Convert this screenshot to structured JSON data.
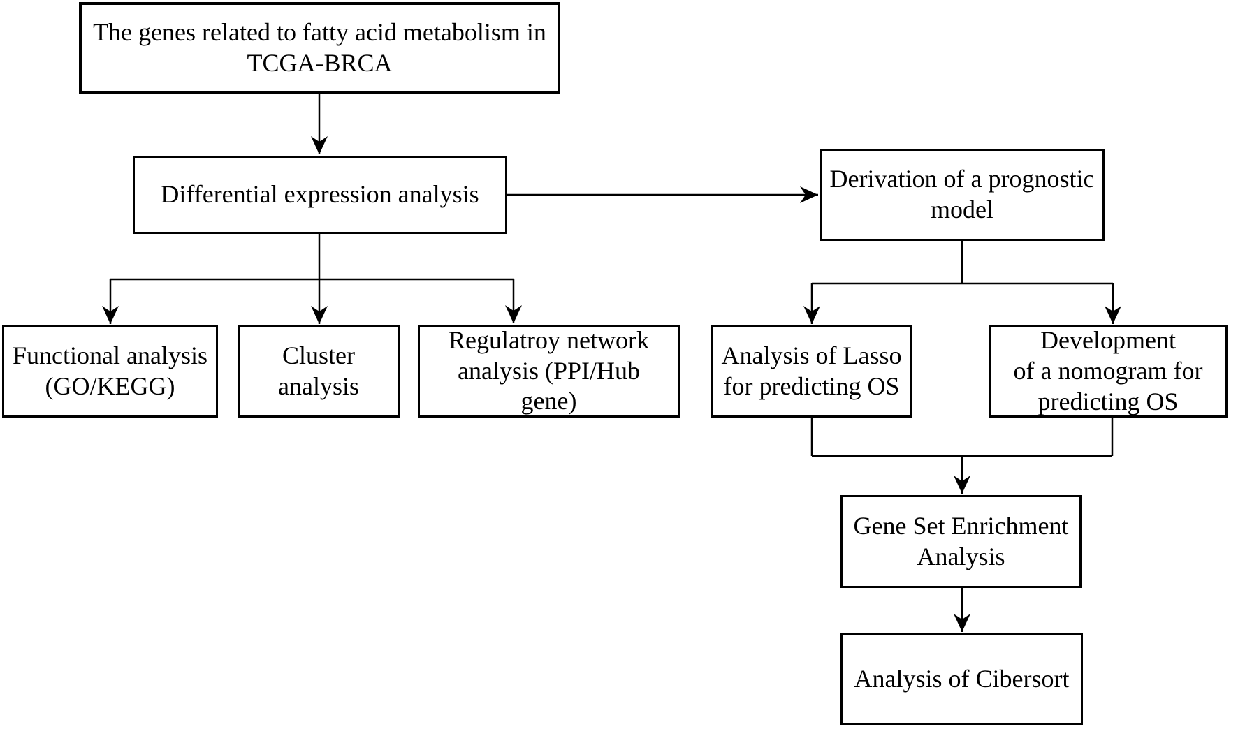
{
  "diagram": {
    "type": "flowchart",
    "background_color": "#ffffff",
    "line_color": "#000000",
    "box_border_color": "#000000",
    "text_color": "#000000",
    "nodes": [
      {
        "id": "tcga",
        "label": "The genes related to fatty acid metabolism in\nTCGA-BRCA"
      },
      {
        "id": "dea",
        "label": "Differential expression analysis"
      },
      {
        "id": "prognostic",
        "label": "Derivation of a prognostic\nmodel"
      },
      {
        "id": "functional",
        "label": "Functional analysis\n(GO/KEGG)"
      },
      {
        "id": "cluster",
        "label": "Cluster\nanalysis"
      },
      {
        "id": "regulatory",
        "label": "Regulatroy network\nanalysis (PPI/Hub gene)"
      },
      {
        "id": "lasso",
        "label": "Analysis of Lasso\nfor predicting OS"
      },
      {
        "id": "nomogram",
        "label": "Development\nof a nomogram for\npredicting OS"
      },
      {
        "id": "gsea",
        "label": "Gene Set Enrichment\nAnalysis"
      },
      {
        "id": "cibersort",
        "label": "Analysis of Cibersort"
      }
    ],
    "edges": [
      {
        "from": "tcga",
        "to": "dea"
      },
      {
        "from": "dea",
        "to": "prognostic"
      },
      {
        "from": "dea",
        "to": "functional"
      },
      {
        "from": "dea",
        "to": "cluster"
      },
      {
        "from": "dea",
        "to": "regulatory"
      },
      {
        "from": "prognostic",
        "to": "lasso"
      },
      {
        "from": "prognostic",
        "to": "nomogram"
      },
      {
        "from": "lasso",
        "to": "gsea"
      },
      {
        "from": "nomogram",
        "to": "gsea"
      },
      {
        "from": "gsea",
        "to": "cibersort"
      }
    ]
  }
}
